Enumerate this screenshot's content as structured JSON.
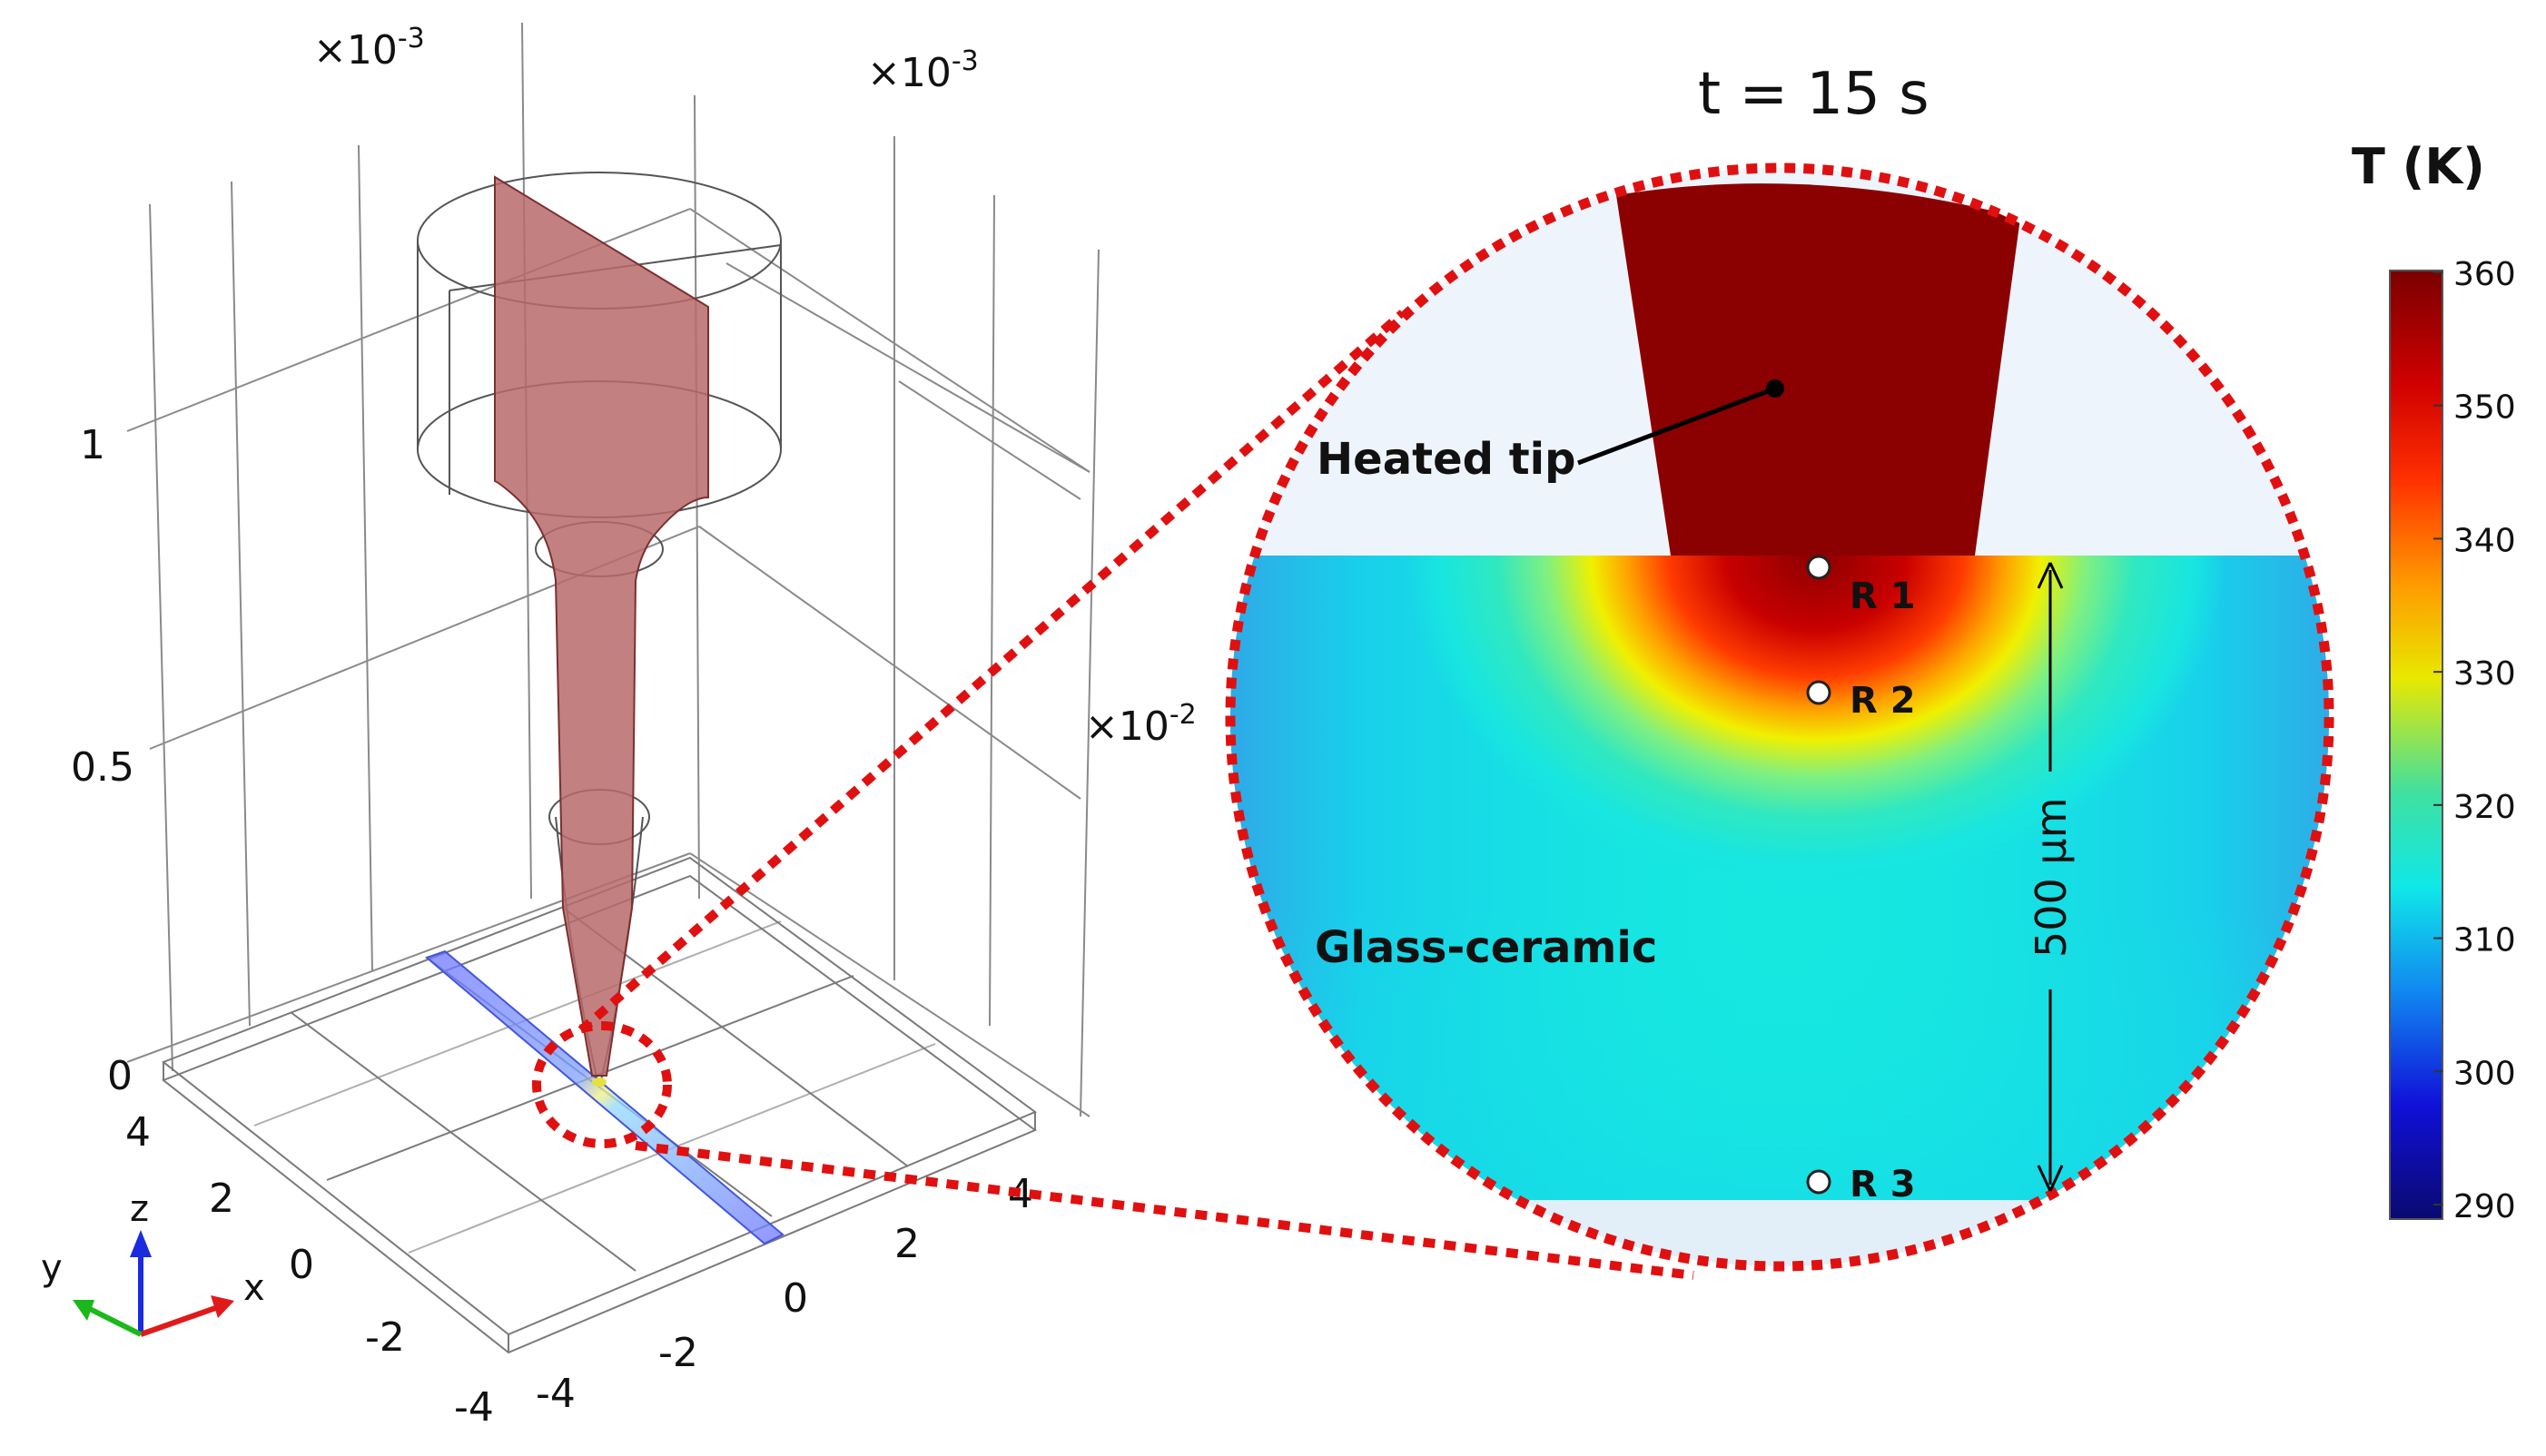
{
  "axes3d": {
    "exp_left": "×10",
    "exp_right": "×10",
    "exp_mid": "×10",
    "exp_sup_left": "-3",
    "exp_sup_right": "-3",
    "exp_sup_mid": "-2",
    "z_ticks": [
      "1",
      "0.5",
      "0"
    ],
    "y_ticks": [
      "4",
      "2",
      "0",
      "-2",
      "-4"
    ],
    "x_ticks": [
      "4",
      "2",
      "0",
      "-2",
      "-4"
    ],
    "triad": {
      "x": "x",
      "y": "y",
      "z": "z"
    }
  },
  "zoom": {
    "time_label": "t = 15 s",
    "heated_tip_label": "Heated tip",
    "material_label": "Glass-ceramic",
    "points": [
      "R 1",
      "R 2",
      "R 3"
    ],
    "scale_label": "500 μm"
  },
  "colorbar": {
    "title": "T (K)",
    "ticks": [
      "360",
      "350",
      "340",
      "330",
      "320",
      "310",
      "300",
      "290"
    ],
    "min": 290,
    "max": 360,
    "colormap": "rainbow"
  },
  "colors": {
    "zoom_border": "#e01010",
    "tip_fill": "#8b0000",
    "substrate_base": "#16e8e0",
    "tip_3d_fill": "#b86a6a",
    "strip_fill": "#6b7bff"
  }
}
